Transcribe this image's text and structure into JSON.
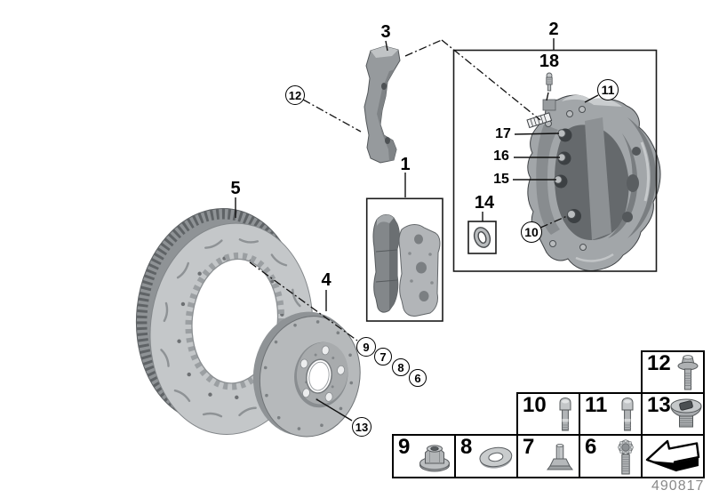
{
  "figure": {
    "part_number": "490817",
    "background_color": "#ffffff",
    "line_color": "#000000",
    "metal_light": "#c4c7c9",
    "metal_mid": "#a7abae",
    "metal_dark": "#6a6e71"
  },
  "labels": {
    "l1": "1",
    "l2": "2",
    "l3": "3",
    "l4": "4",
    "l5": "5",
    "l14": "14",
    "l15": "15",
    "l16": "16",
    "l17": "17",
    "l18": "18"
  },
  "callouts": {
    "c6": "6",
    "c7": "7",
    "c8": "8",
    "c9": "9",
    "c10": "10",
    "c11": "11",
    "c12": "12",
    "c13": "13"
  },
  "legend": {
    "cells": [
      {
        "num": "12",
        "icon": "hex-flange-bolt-icon"
      },
      {
        "num": "10",
        "icon": "socket-head-bolt-icon"
      },
      {
        "num": "11",
        "icon": "socket-head-bolt-icon"
      },
      {
        "num": "13",
        "icon": "screw-plug-icon"
      },
      {
        "num": "9",
        "icon": "flange-nut-icon"
      },
      {
        "num": "8",
        "icon": "washer-icon"
      },
      {
        "num": "7",
        "icon": "pad-retaining-pin-icon"
      },
      {
        "num": "6",
        "icon": "multi-point-bolt-icon"
      },
      {
        "num": "",
        "icon": "direction-arrow-icon"
      }
    ]
  },
  "components": [
    "brake-disc",
    "disc-hub",
    "brake-pad-set",
    "caliper-mount-plate",
    "brake-caliper",
    "o-ring",
    "bleed-screw"
  ]
}
